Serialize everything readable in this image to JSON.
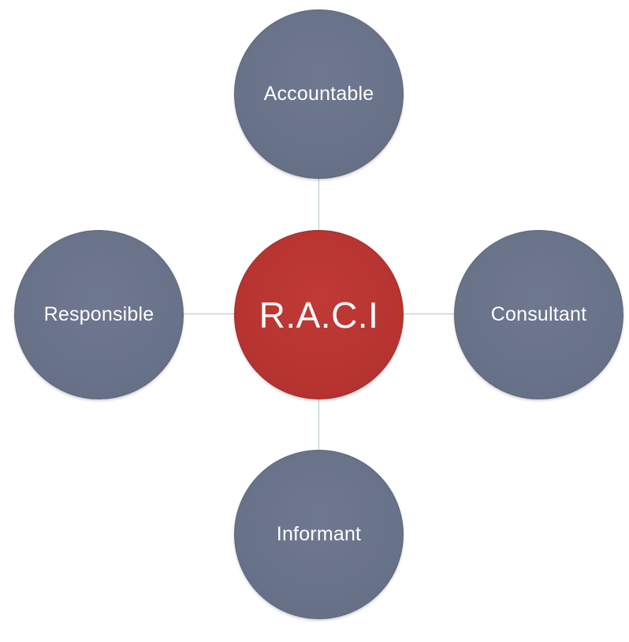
{
  "diagram": {
    "center": {
      "label": "R.A.C.I",
      "color": "#b73431"
    },
    "nodes": {
      "top": {
        "label": "Accountable"
      },
      "left": {
        "label": "Responsible"
      },
      "right": {
        "label": "Consultant"
      },
      "bottom": {
        "label": "Informant"
      }
    },
    "node_color": "#687288",
    "connector_color": "#b8c6cc",
    "label_color": "#ffffff"
  }
}
